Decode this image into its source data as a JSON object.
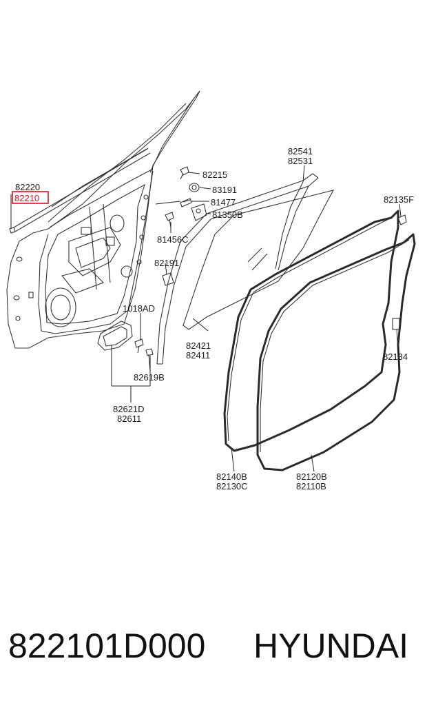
{
  "labels": {
    "l82220": "82220",
    "l82210": "82210",
    "l82215": "82215",
    "l83191": "83191",
    "l81477": "81477",
    "l81350B": "81350B",
    "l81456C": "81456C",
    "l82191": "82191",
    "l1018AD": "1018AD",
    "l82619B": "82619B",
    "l82621D": "82621D",
    "l82611": "82611",
    "l82541": "82541",
    "l82531": "82531",
    "l82135F": "82135F",
    "l82421": "82421",
    "l82411": "82411",
    "l82134": "82134",
    "l82140B": "82140B",
    "l82130C": "82130C",
    "l82120B": "82120B",
    "l82110B": "82110B"
  },
  "highlight_color": "#e01020",
  "footer": {
    "part_number": "822101D000",
    "brand": "HYUNDAI"
  }
}
